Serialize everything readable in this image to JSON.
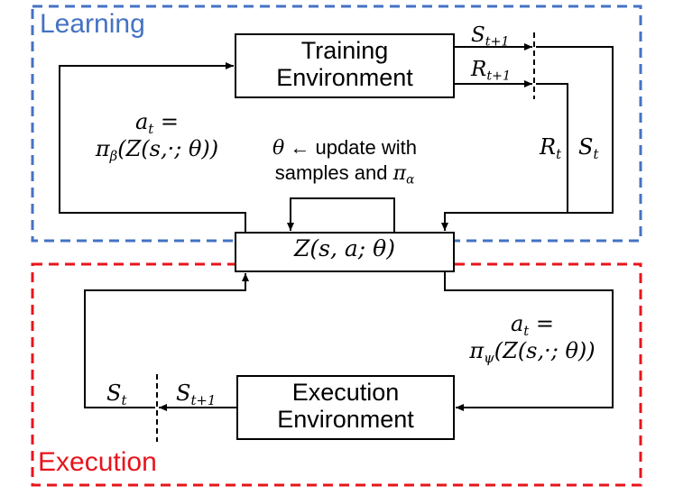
{
  "regions": {
    "learning": {
      "label": "Learning",
      "color": "#4472C4"
    },
    "execution": {
      "label": "Execution",
      "color": "#E8141C"
    }
  },
  "boxes": {
    "training": {
      "line1": "Training",
      "line2": "Environment"
    },
    "model": {
      "label_main": "Z(s, a; θ)"
    },
    "execution": {
      "line1": "Execution",
      "line2": "Environment"
    }
  },
  "labels": {
    "learning_action_line1": "a",
    "learning_action_line1_sub": "t",
    "learning_action_line1_eq": " =",
    "learning_action_line2_pi": "π",
    "learning_action_line2_sub": "β",
    "learning_action_line2_rest": "(Z(s,·; θ))",
    "update_line1_theta": "θ",
    "update_line1_text": " ← update with",
    "update_line2_text": "samples and ",
    "update_line2_pi": "π",
    "update_line2_sub": "α",
    "s_next_train": "S",
    "s_next_train_sub": "t+1",
    "r_next_train": "R",
    "r_next_train_sub": "t+1",
    "r_t": "R",
    "r_t_sub": "t",
    "s_t_train": "S",
    "s_t_train_sub": "t",
    "exec_action_line1": "a",
    "exec_action_line1_sub": "t",
    "exec_action_line1_eq": " =",
    "exec_action_line2_pi": "π",
    "exec_action_line2_sub": "ψ",
    "exec_action_line2_rest": "(Z(s,·; θ))",
    "s_t_exec": "S",
    "s_t_exec_sub": "t",
    "s_next_exec": "S",
    "s_next_exec_sub": "t+1"
  }
}
